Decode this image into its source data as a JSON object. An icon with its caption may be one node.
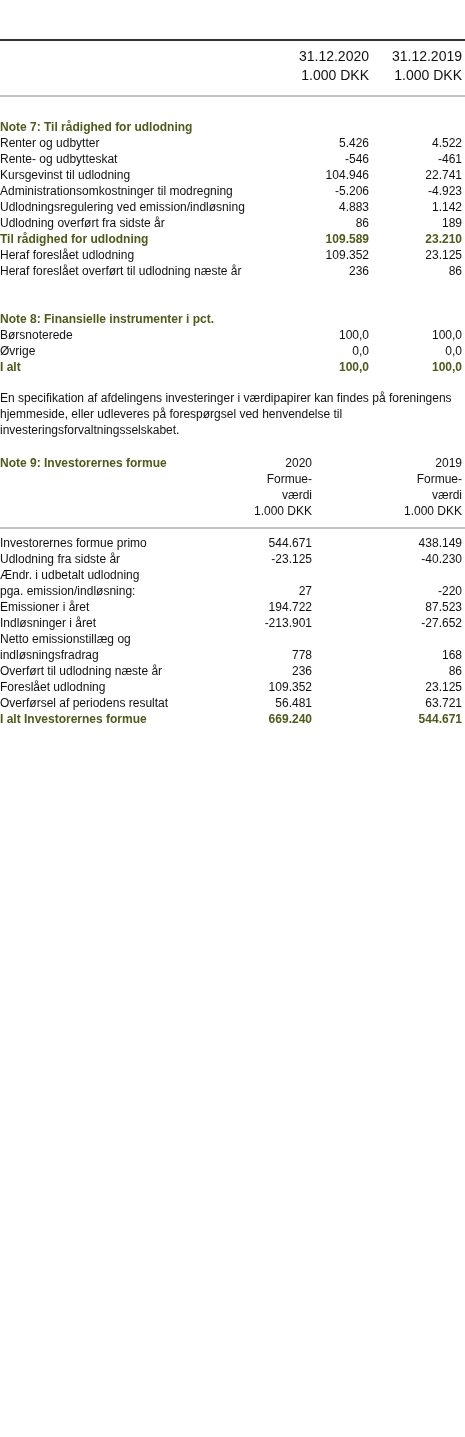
{
  "diagram": {
    "labels": [
      "31.12.2020",
      "31.12.2019",
      "1.000 DKK",
      "1.000 DKK",
      "Note 7: Til rådighed for udlodning",
      "Renter og udbytter",
      "5.426",
      "4.522",
      "Rente- og udbytteskat",
      "-546",
      "-461",
      "Kursgevinst til udlodning",
      "104.946",
      "22.741",
      "Administrationsomkostninger til modregning",
      "-5.206",
      "-4.923",
      "Udlodningsregulering ved emission/indløsning",
      "4.883",
      "1.142",
      "Udlodning overført fra sidste år",
      "86",
      "189",
      "Til rådighed for udlodning",
      "109.589",
      "23.210",
      "Heraf foreslået udlodning",
      "109.352",
      "23.125",
      "Heraf foreslået overført til udlodning næste år",
      "236",
      "86",
      "Note 8: Finansielle instrumenter i pct.",
      "Børsnoterede",
      "100,0",
      "100,0",
      "Øvrige",
      "0,0",
      "0,0",
      "I alt",
      "100,0",
      "100,0",
      "En specifikation af afdelingens investeringer i værdipapirer kan findes på foreningens hjemmeside, eller udleveres på forespørgsel ved henvendelse til investeringsforvaltningsselskabet.",
      "Note 9: Investorernes formue",
      "2020",
      "2019",
      "Formue- værdi",
      "Formue- værdi",
      "1.000 DKK",
      "1.000 DKK",
      "Investorernes formue primo",
      "544.671",
      "438.149",
      "Udlodning fra sidste år",
      "-23.125",
      "-40.230",
      "Ændr. i udbetalt udlodning pga. emission/indløsning:",
      "27",
      "-220",
      "Emissioner i året",
      "194.722",
      "87.523",
      "Indløsninger i året",
      "-213.901",
      "-27.652",
      "Netto emissionstillæg og indløsningsfradrag",
      "778",
      "168",
      "Overført til udlodning næste år",
      "236",
      "86",
      "Foreslået udlodning",
      "109.352",
      "23.125",
      "Overførsel af periodens resultat",
      "56.481",
      "63.721",
      "I alt Investorernes formue",
      "669.240",
      "544.671"
    ]
  }
}
